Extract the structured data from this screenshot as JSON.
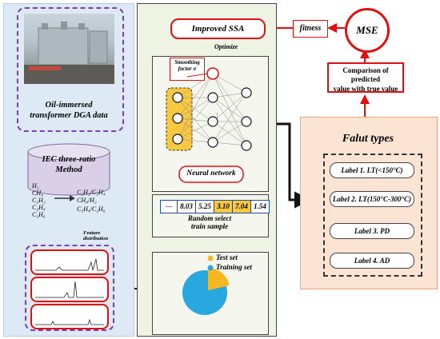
{
  "left": {
    "dga_caption": [
      "Oil-immersed",
      "transformer DGA data"
    ],
    "iec_title": [
      "IEC three-ratio",
      "Method"
    ],
    "gases": [
      "H₂",
      "CH₄",
      "C₂H₂",
      "C₂H₄",
      "C₂H₆"
    ],
    "ratios": [
      "C₂H₂/C₂H₄",
      "CH₄/H₂",
      "C₂H₄/C₂H₆"
    ],
    "feature_label": [
      "Feature",
      "distribution"
    ]
  },
  "center": {
    "ssa_label": "Improved SSA",
    "optimize_label": "Optimize",
    "smoothing_label": [
      "Smoothing",
      "factor σ"
    ],
    "nn_label": "Neural network",
    "sample_values": [
      "—",
      "8.03",
      "5.25",
      "3.10",
      "7.04",
      "1.54"
    ],
    "random_label": [
      "Random select",
      "train sample"
    ],
    "legend_test": "Test set",
    "legend_train": "Training set"
  },
  "right": {
    "mse_label": "MSE",
    "fitness_label": "fitness",
    "compare_label": [
      "Comparison of predicted",
      "value with true value"
    ],
    "fault_title": "Falut types",
    "labels": [
      "Label 1.  LT(<150°C)",
      "Label 2.  LT(150°C-300°C)",
      "Label 3.   PD",
      "Label 4.   AD"
    ]
  },
  "colors": {
    "accent_red": "#e01010",
    "pie_blue": "#29a8e0",
    "pie_yellow": "#f5b820",
    "purple": "#7a3fb0"
  }
}
